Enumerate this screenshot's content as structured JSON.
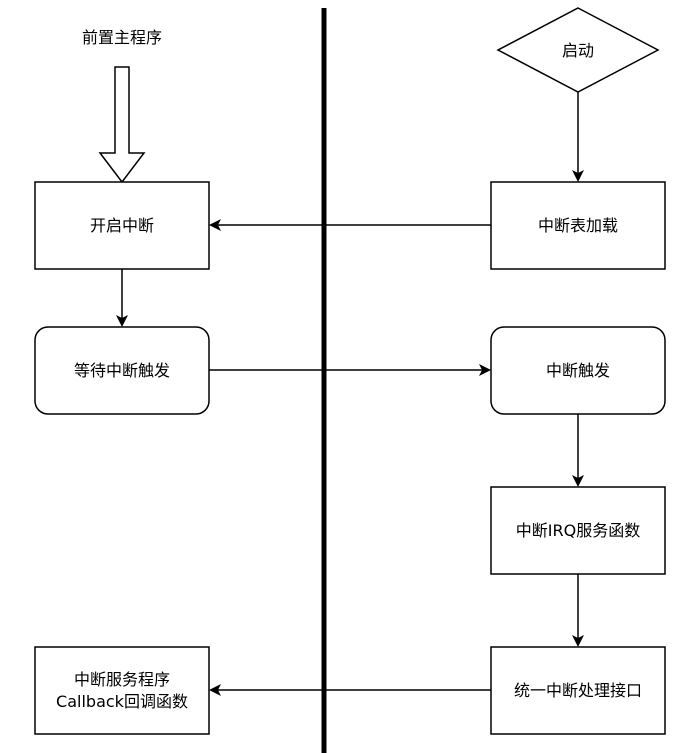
{
  "diagram": {
    "left_lane": {
      "caption": "前置主程序",
      "enable_interrupt": "开启中断",
      "wait_trigger": "等待中断触发",
      "callback_line1": "中断服务程序",
      "callback_line2": "Callback回调函数"
    },
    "right_lane": {
      "start": "启动",
      "vector_table_load": "中断表加载",
      "interrupt_trigger": "中断触发",
      "irq_handler": "中断IRQ服务函数",
      "unified_interface": "统一中断处理接口"
    }
  }
}
